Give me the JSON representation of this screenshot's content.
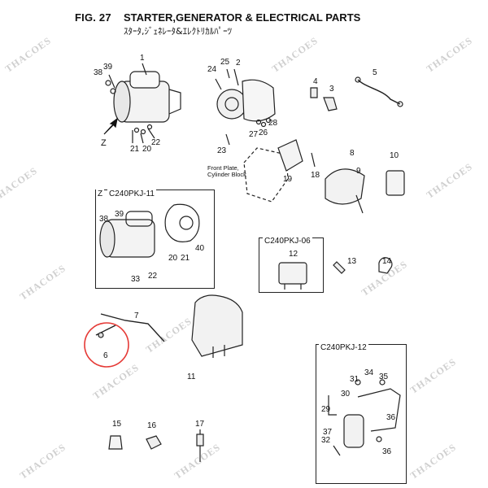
{
  "header": {
    "fig": "FIG. 27",
    "title": "STARTER,GENERATOR & ELECTRICAL PARTS",
    "subtitle": "ｽﾀｰﾀ,ｼﾞｪﾈﾚｰﾀ&ｴﾚｸﾄﾘｶﾙﾊﾟｰﾂ"
  },
  "boxes": {
    "box11": "C240PKJ-11",
    "box11_prefix": "Z",
    "box06": "C240PKJ-06",
    "box12": "C240PKJ-12"
  },
  "notes": {
    "front_plate_1": "Front Plate,",
    "front_plate_2": "Cylinder Block",
    "z_label": "Z"
  },
  "watermark": "THACOES",
  "part_numbers": {
    "n1": "1",
    "n2": "2",
    "n3": "3",
    "n4": "4",
    "n5": "5",
    "n6": "6",
    "n7": "7",
    "n8": "8",
    "n9": "9",
    "n10": "10",
    "n11": "11",
    "n12": "12",
    "n13": "13",
    "n14": "14",
    "n15": "15",
    "n16": "16",
    "n17": "17",
    "n18": "18",
    "n19": "19",
    "n20": "20",
    "n21": "21",
    "n22": "22",
    "n23": "23",
    "n24": "24",
    "n25": "25",
    "n26": "26",
    "n27": "27",
    "n28": "28",
    "n29": "29",
    "n30": "30",
    "n31": "31",
    "n32": "32",
    "n33": "33",
    "n34": "34",
    "n35": "35",
    "n36": "36",
    "n37": "37",
    "n38": "38",
    "n39": "39",
    "n40": "40"
  },
  "highlight_color": "#e53935"
}
